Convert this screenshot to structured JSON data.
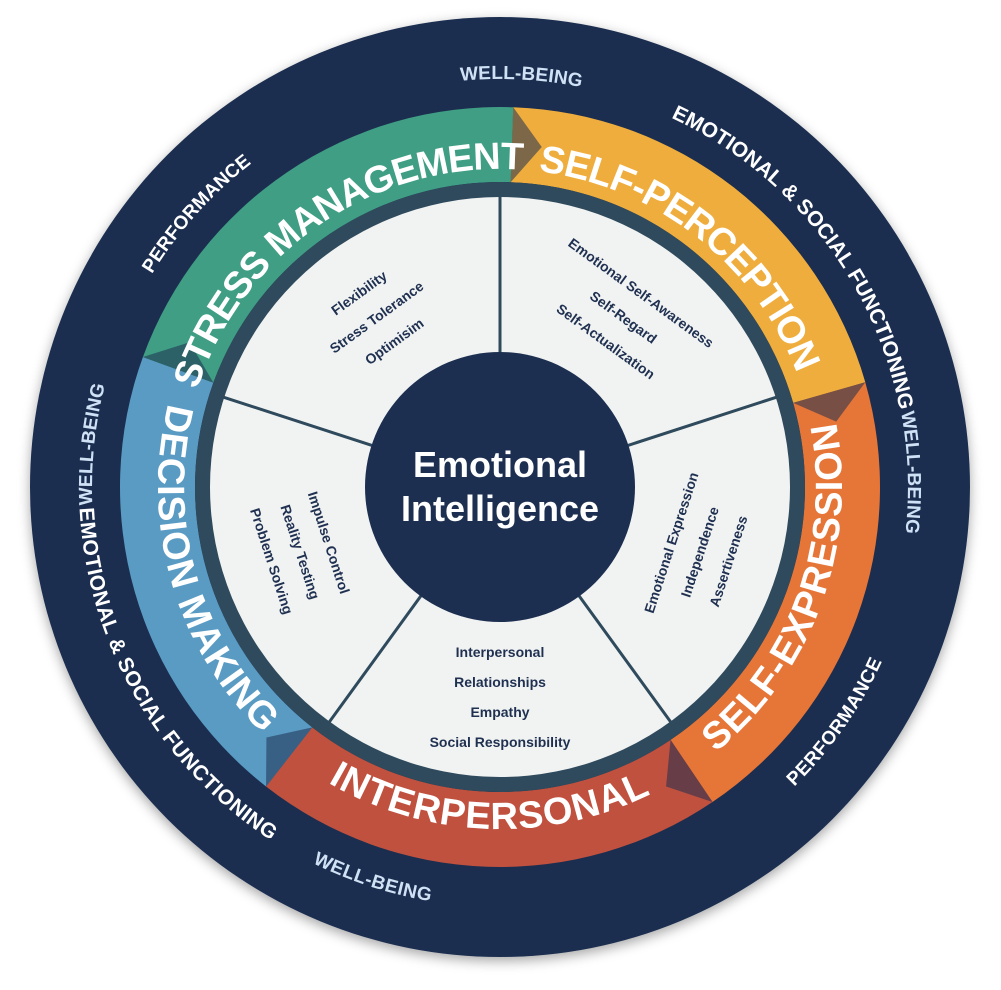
{
  "center": {
    "line1": "Emotional",
    "line2": "Intelligence"
  },
  "outer_ring": {
    "labels": [
      {
        "text": "EMOTIONAL & SOCIAL FUNCTIONING",
        "color": "#ffffff"
      },
      {
        "text": "WELL-BEING",
        "color": "#cfe2f5"
      },
      {
        "text": "PERFORMANCE",
        "color": "#ffffff"
      },
      {
        "text": "WELL-BEING",
        "color": "#cfe2f5"
      },
      {
        "text": "EMOTIONAL & SOCIAL FUNCTIONING",
        "color": "#ffffff"
      },
      {
        "text": "WELL-BEING",
        "color": "#cfe2f5"
      },
      {
        "text": "PERFORMANCE",
        "color": "#ffffff"
      },
      {
        "text": "WELL-BEING",
        "color": "#cfe2f5"
      }
    ]
  },
  "composites": [
    {
      "name": "SELF-PERCEPTION",
      "color": "#efad3e",
      "items": [
        "Emotional Self-Awareness",
        "Self-Regard",
        "Self-Actualization"
      ]
    },
    {
      "name": "SELF-EXPRESSION",
      "color": "#e67538",
      "items": [
        "Emotional Expression",
        "Independence",
        "Assertiveness"
      ]
    },
    {
      "name": "INTERPERSONAL",
      "color": "#c0513f",
      "items": [
        "Interpersonal Relationships",
        "Empathy",
        "Social Responsibility"
      ]
    },
    {
      "name": "DECISION MAKING",
      "color": "#5a9bc4",
      "items": [
        "Impulse Control",
        "Reality Testing",
        "Problem Solving"
      ]
    },
    {
      "name": "STRESS MANAGEMENT",
      "color": "#3f9e84",
      "items": [
        "Flexibility",
        "Stress Tolerance",
        "Optimisim"
      ]
    }
  ],
  "colors": {
    "outer_ring": "#1d2f50",
    "inner_ring": "#2f4a5c",
    "panel": "#f1f3f3",
    "core": "#1d2f50",
    "divider": "#2f4a5c",
    "item_text": "#1f3050"
  }
}
